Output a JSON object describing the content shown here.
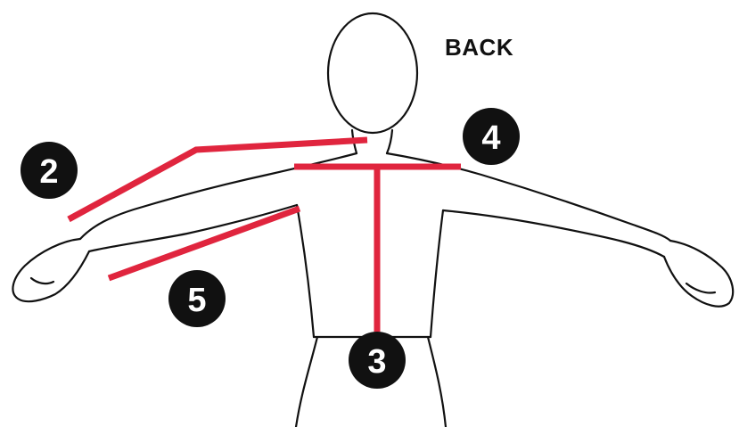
{
  "title": "BACK",
  "colors": {
    "measure_line": "#e0253e",
    "badge_fill": "#111111",
    "badge_text": "#ffffff",
    "outline": "#111111",
    "background": "#ffffff"
  },
  "measurements": [
    {
      "id": "2",
      "label": "2"
    },
    {
      "id": "3",
      "label": "3"
    },
    {
      "id": "4",
      "label": "4"
    },
    {
      "id": "5",
      "label": "5"
    }
  ]
}
